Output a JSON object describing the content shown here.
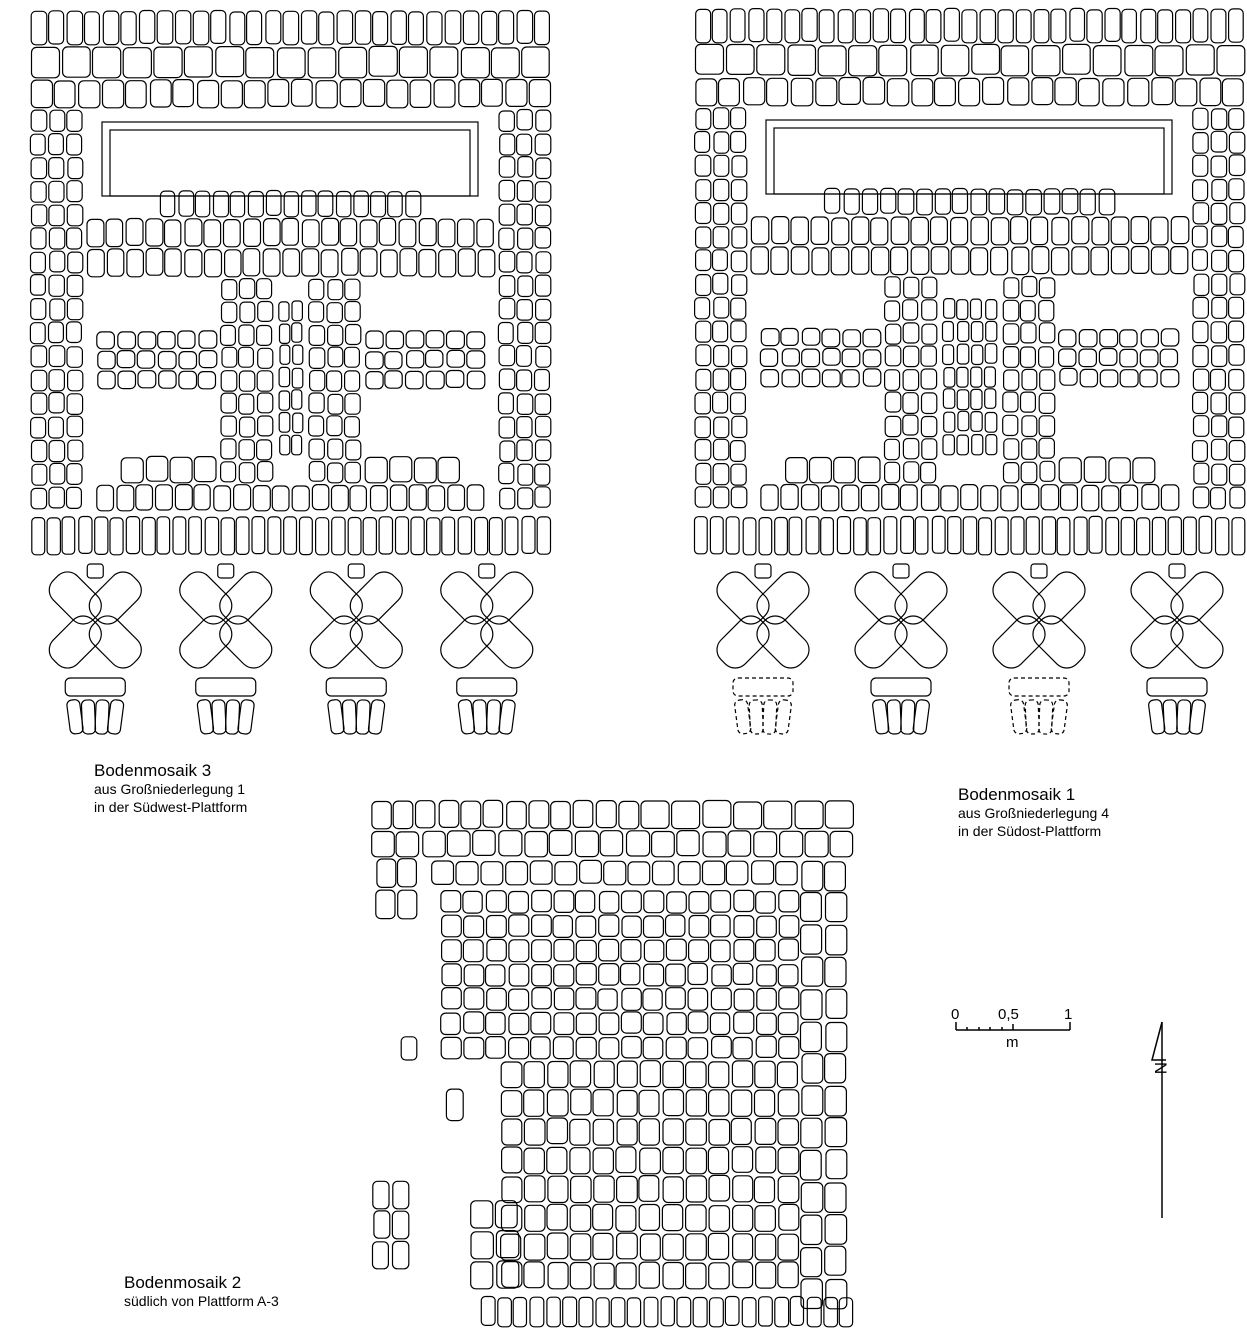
{
  "mosaics": [
    {
      "id": "m3",
      "title": "Bodenmosaik 3",
      "line1": "aus Großniederlegung 1",
      "line2": "in der Südwest-Plattform"
    },
    {
      "id": "m1",
      "title": "Bodenmosaik 1",
      "line1": "aus Großniederlegung 4",
      "line2": "in der Südost-Plattform"
    },
    {
      "id": "m2",
      "title": "Bodenmosaik 2",
      "line1": "südlich von Plattform A-3",
      "line2": ""
    }
  ],
  "scale_bar": {
    "ticks": [
      "0",
      "0,5",
      "1"
    ],
    "unit": "m"
  },
  "north_arrow": {
    "label": "N"
  },
  "colors": {
    "ink": "#000000",
    "paper": "#ffffff"
  }
}
